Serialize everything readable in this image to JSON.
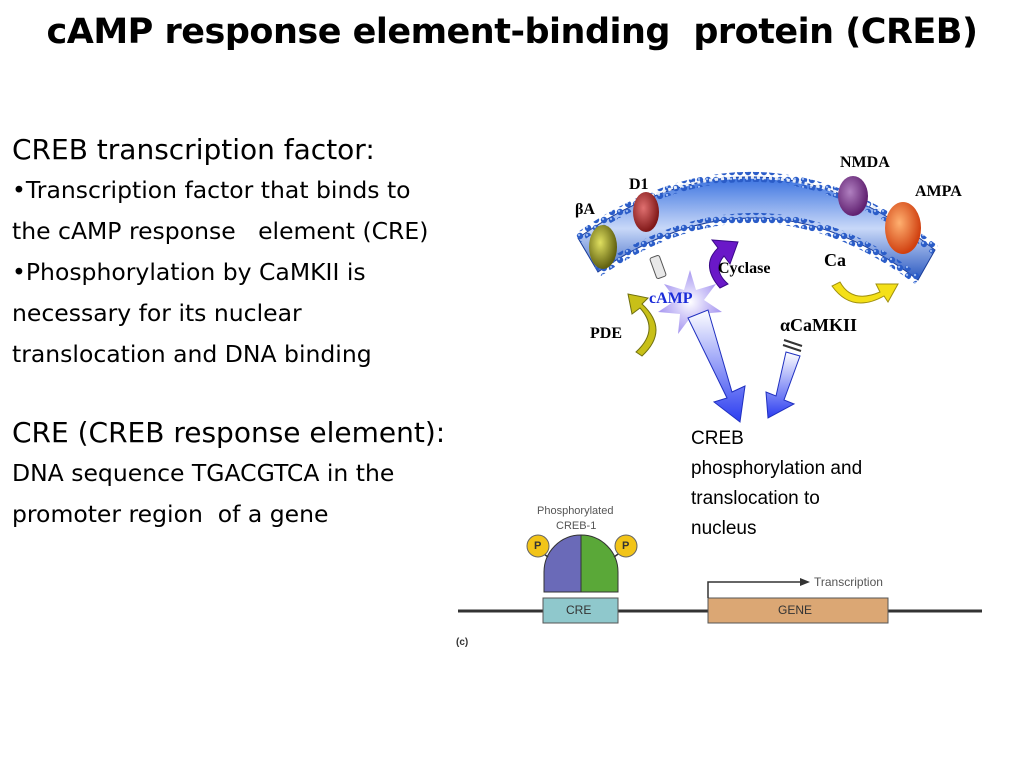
{
  "title": "cAMP response element-binding  protein (CREB)",
  "creb_section": {
    "heading": "CREB transcription factor:",
    "bullets": [
      {
        "line1": "Transcription factor that binds to",
        "line2": "the cAMP response   element (CRE)"
      },
      {
        "line1": "Phosphorylation by CaMKII is",
        "line2": "necessary for its nuclear",
        "line3": "translocation and DNA binding"
      }
    ]
  },
  "cre_section": {
    "heading": "CRE (CREB response element):",
    "line1": "DNA sequence TGACGTCA in the",
    "line2": "promoter region  of a gene"
  },
  "membrane_labels": {
    "nmda": "NMDA",
    "d1": "D1",
    "ampa": "AMPA",
    "beta_a": "βA",
    "cyclase": "Cyclase",
    "ca": "Ca",
    "camp": "cAMP",
    "pde": "PDE",
    "camkii": "αCaMKII"
  },
  "caption": {
    "line1": "CREB",
    "line2": "phosphorylation and",
    "line3": "translocation to",
    "line4": "nucleus"
  },
  "gene_diagram": {
    "heading_line1": "Phosphorylated",
    "heading_line2": "CREB-1",
    "p_left": "P",
    "p_right": "P",
    "cre_box": "CRE",
    "gene_box": "GENE",
    "transcription": "Transcription",
    "panel_letter": "(c)"
  },
  "colors": {
    "membrane_blue": "#2a5cc8",
    "camp_blue": "#1a2bd8",
    "creb_blue": "#6a6ab8",
    "creb_green": "#5aa838",
    "phospho_yellow": "#f2c418",
    "cre_box": "#8fc8cc",
    "gene_box": "#dba774"
  }
}
